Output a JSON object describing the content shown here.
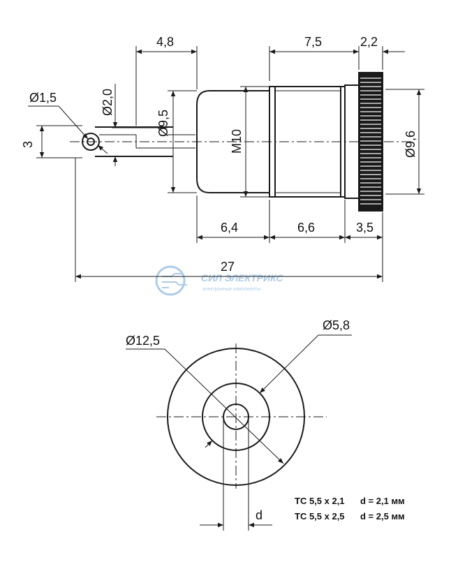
{
  "top_view": {
    "dim_hole_dia": "Ø1,5",
    "dim_pin_dia": "Ø2,0",
    "dim_pin_width": "3",
    "dim_pin_len": "4,8",
    "dim_bush_dia": "Ø9,5",
    "dim_thread": "M10",
    "dim_thread_len": "7,5",
    "dim_knurl_len": "2,2",
    "dim_knurl_dia": "Ø9,6",
    "dim_a": "6,4",
    "dim_b": "6,6",
    "dim_c": "3,5",
    "dim_total": "27"
  },
  "front_view": {
    "dim_outer": "Ø12,5",
    "dim_inner": "Ø5,8",
    "dim_d": "d"
  },
  "notes": [
    {
      "model": "TC 5,5 x 2,1",
      "value": "d = 2,1 мм"
    },
    {
      "model": "TC 5,5 x 2,5",
      "value": "d = 2,5 мм"
    }
  ],
  "watermark": {
    "name": "СИЛ ЭЛЕКТРИКС",
    "tagline": "электронные компоненты",
    "color": "#9fc4e4"
  }
}
